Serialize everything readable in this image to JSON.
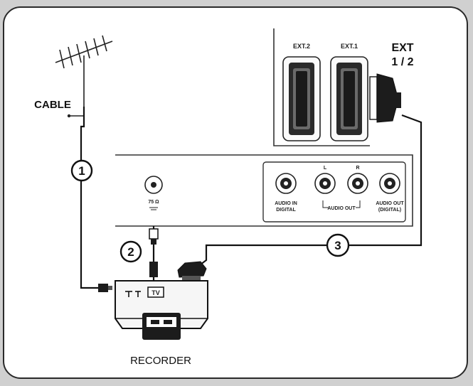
{
  "labels": {
    "cable": "CABLE",
    "ext_main_line1": "EXT",
    "ext_main_line2": "1 / 2",
    "ext2": "EXT.2",
    "ext1": "EXT.1",
    "antenna_socket": "75 Ω",
    "audio_in_line1": "AUDIO IN",
    "audio_in_line2": "DIGITAL",
    "audio_l": "L",
    "audio_r": "R",
    "audio_out": "AUDIO OUT",
    "audio_out_digital_line1": "AUDIO OUT",
    "audio_out_digital_line2": "(DIGITAL)",
    "recorder": "RECORDER",
    "tv_badge": "TV",
    "step1": "1",
    "step2": "2",
    "step3": "3"
  },
  "colors": {
    "background": "#d0d0d0",
    "panel": "#ffffff",
    "line": "#111111"
  }
}
